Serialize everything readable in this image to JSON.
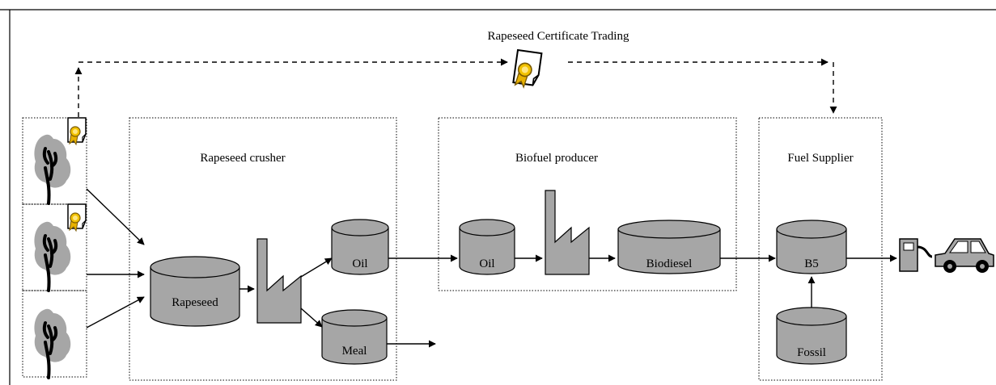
{
  "diagram": {
    "title": "Rapeseed Certificate Trading",
    "sections": {
      "crusher": "Rapeseed crusher",
      "producer": "Biofuel producer",
      "supplier": "Fuel Supplier"
    },
    "tanks": {
      "rapeseed": "Rapeseed",
      "oil_crusher": "Oil",
      "meal": "Meal",
      "oil_producer": "Oil",
      "biodiesel": "Biodiesel",
      "b5": "B5",
      "fossil": "Fossil"
    },
    "colors": {
      "tank_fill": "#a6a6a6",
      "factory_fill": "#a6a6a6",
      "line": "#000000",
      "tree_foliage": "#a6a6a6",
      "certificate_ribbon": "#f2c200"
    },
    "icons": [
      "tree-icon",
      "certificate-icon",
      "factory-icon",
      "fuel-pump-icon",
      "car-icon"
    ]
  }
}
